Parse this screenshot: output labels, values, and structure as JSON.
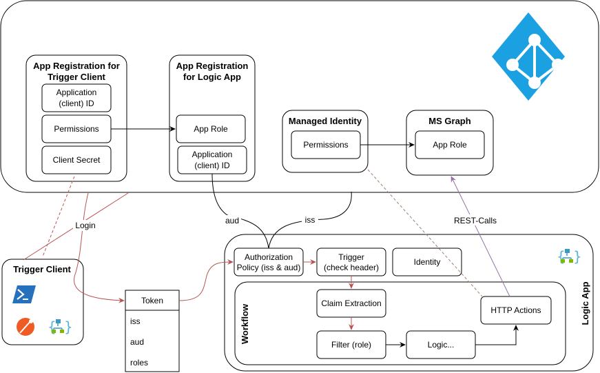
{
  "azure": {
    "app_reg_trigger": {
      "title_line1": "App Registration for",
      "title_line2": "Trigger Client",
      "items": [
        {
          "line1": "Application",
          "line2": "(client) ID"
        },
        {
          "line1": "Permissions",
          "line2": ""
        },
        {
          "line1": "Client Secret",
          "line2": ""
        }
      ]
    },
    "app_reg_logic": {
      "title_line1": "App Registration",
      "title_line2": "for Logic App",
      "items": [
        {
          "line1": "App Role",
          "line2": ""
        },
        {
          "line1": "Application",
          "line2": "(client) ID"
        }
      ]
    },
    "managed_identity": {
      "title": "Managed Identity",
      "item": "Permissions"
    },
    "ms_graph": {
      "title": "MS Graph",
      "item": "App Role"
    }
  },
  "trigger_client": {
    "title": "Trigger Client"
  },
  "token": {
    "title": "Token",
    "claims": [
      "iss",
      "aud",
      "roles"
    ]
  },
  "logic_app": {
    "title": "Logic App",
    "auth_policy": {
      "line1": "Authorization",
      "line2": "Policy (iss & aud)"
    },
    "trigger": {
      "line1": "Trigger",
      "line2": "(check header)"
    },
    "identity": "Identity",
    "workflow": {
      "title": "Workflow",
      "claim_extraction": "Claim Extraction",
      "filter": "Filter (role)",
      "logic": "Logic...",
      "http_actions": "HTTP Actions"
    }
  },
  "edge_labels": {
    "login": "Login",
    "aud": "aud",
    "iss": "iss",
    "rest_calls": "REST-Calls"
  },
  "colors": {
    "red": "#b85450",
    "purple": "#9673a6",
    "azure_blue": "#1ba1e2",
    "dashed_brown": "#a08070"
  }
}
